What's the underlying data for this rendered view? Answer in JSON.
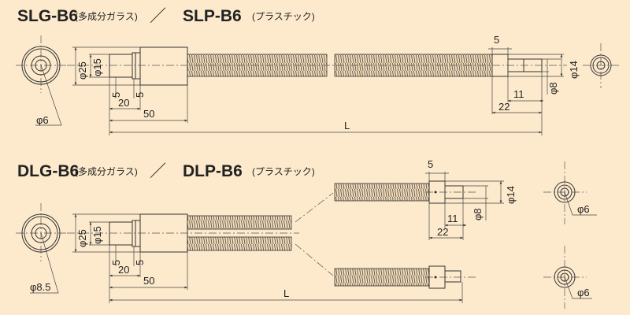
{
  "top": {
    "model_glass": "SLG-B6",
    "material_glass": "(多成分ガラス)",
    "separator": "／",
    "model_plastic": "SLP-B6",
    "material_plastic": "(プラスチック)",
    "dims": {
      "d25": "φ25",
      "d15": "φ15",
      "d6_left": "φ6",
      "five_a": "5",
      "five_b": "5",
      "twenty": "20",
      "fifty": "50",
      "L": "L",
      "five_tip": "5",
      "eleven": "11",
      "twentytwo": "22",
      "d8": "φ8",
      "d14": "φ14"
    }
  },
  "bottom": {
    "model_glass": "DLG-B6",
    "material_glass": "(多成分ガラス)",
    "separator": "／",
    "model_plastic": "DLP-B6",
    "material_plastic": "(プラスチック)",
    "dims": {
      "d25": "φ25",
      "d15": "φ15",
      "d85_left": "φ8.5",
      "five_a": "5",
      "five_b": "5",
      "twenty": "20",
      "fifty": "50",
      "L": "L",
      "five_tip": "5",
      "eleven": "11",
      "twentytwo": "22",
      "d8": "φ8",
      "d14": "φ14",
      "d6_upper": "φ6",
      "d6_lower": "φ6"
    }
  }
}
